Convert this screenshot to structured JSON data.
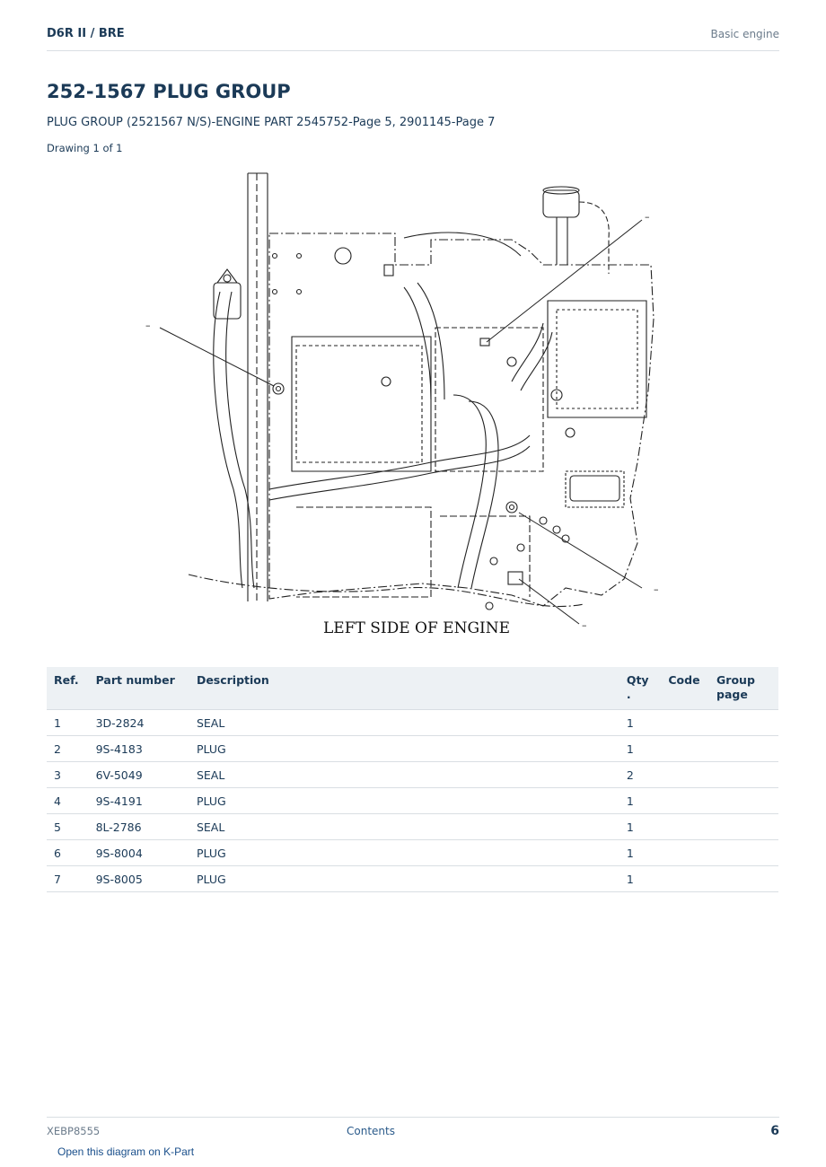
{
  "header": {
    "model": "D6R II  /  BRE",
    "section": "Basic engine"
  },
  "page_title": "252-1567 PLUG GROUP",
  "subtitle": "PLUG GROUP (2521567 N/S)-ENGINE PART 2545752-Page 5, 2901145-Page 7",
  "drawing_count": "Drawing 1 of 1",
  "diagram": {
    "caption": "LEFT SIDE OF ENGINE",
    "callout_marks": [
      "–",
      "–",
      "–",
      "–"
    ]
  },
  "table": {
    "headers": {
      "ref": "Ref.",
      "part_number": "Part number",
      "description": "Description",
      "qty": "Qty .",
      "code": "Code",
      "group_page": "Group page"
    },
    "rows": [
      {
        "ref": "1",
        "part_number": "3D-2824",
        "description": "SEAL",
        "qty": "1",
        "code": "",
        "group_page": ""
      },
      {
        "ref": "2",
        "part_number": "9S-4183",
        "description": "PLUG",
        "qty": "1",
        "code": "",
        "group_page": ""
      },
      {
        "ref": "3",
        "part_number": "6V-5049",
        "description": "SEAL",
        "qty": "2",
        "code": "",
        "group_page": ""
      },
      {
        "ref": "4",
        "part_number": "9S-4191",
        "description": "PLUG",
        "qty": "1",
        "code": "",
        "group_page": ""
      },
      {
        "ref": "5",
        "part_number": "8L-2786",
        "description": "SEAL",
        "qty": "1",
        "code": "",
        "group_page": ""
      },
      {
        "ref": "6",
        "part_number": "9S-8004",
        "description": "PLUG",
        "qty": "1",
        "code": "",
        "group_page": ""
      },
      {
        "ref": "7",
        "part_number": "9S-8005",
        "description": "PLUG",
        "qty": "1",
        "code": "",
        "group_page": ""
      }
    ]
  },
  "footer": {
    "doc_id": "XEBP8555",
    "contents_link": "Contents",
    "page_number": "6",
    "kpart_link": "Open this diagram on K-Part"
  }
}
